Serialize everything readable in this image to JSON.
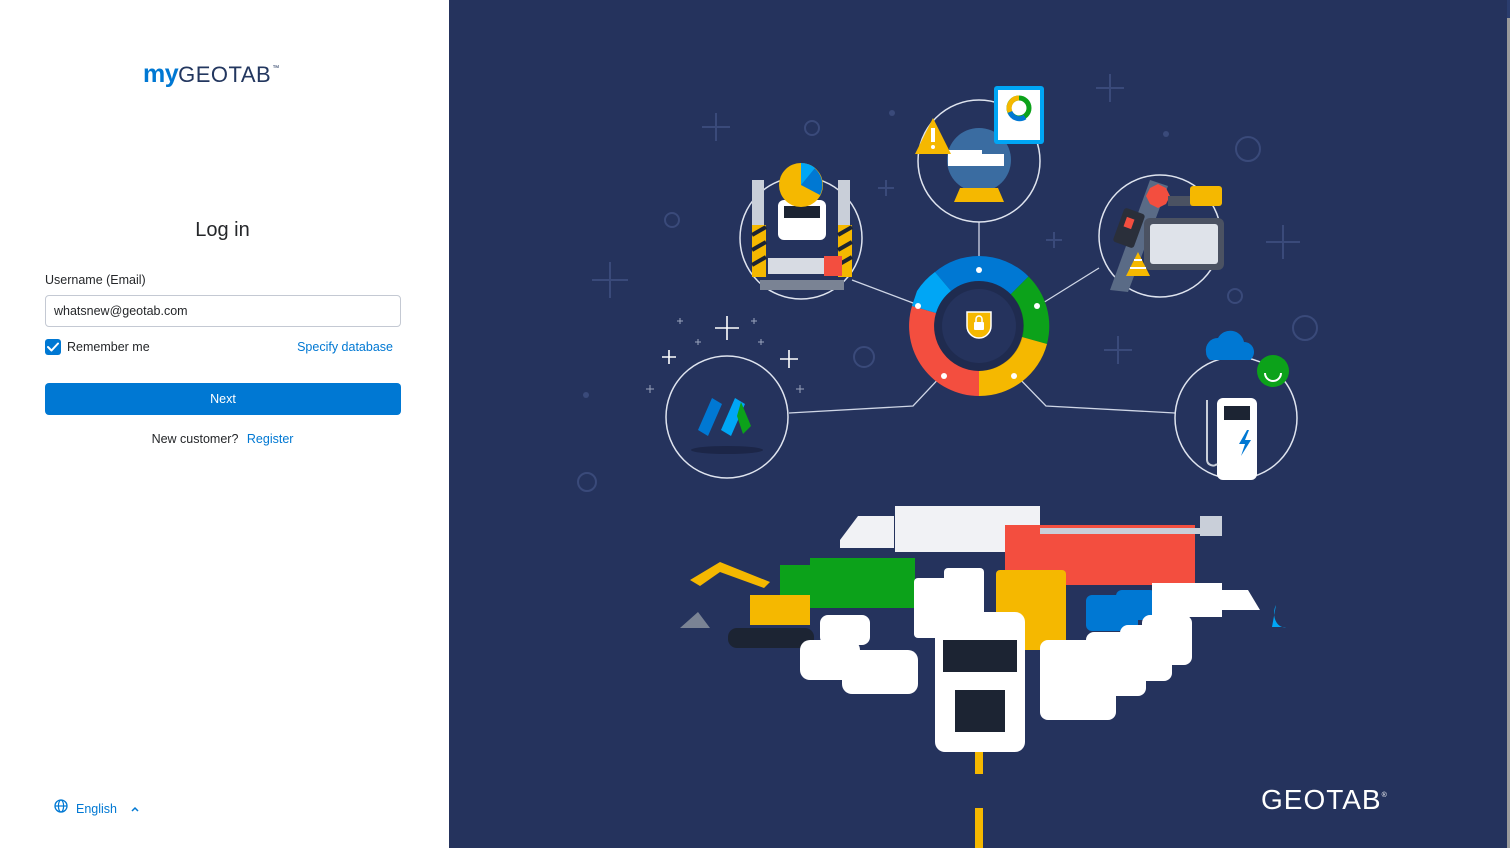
{
  "brand": {
    "logo_my": "my",
    "logo_geotab": "GEOTAB",
    "logo_tm": "™",
    "footer_logo": "GEOTAB",
    "footer_mark": "®"
  },
  "login": {
    "title": "Log in",
    "username_label": "Username (Email)",
    "username_value": "whatsnew@geotab.com",
    "remember_label": "Remember me",
    "remember_checked": true,
    "specify_database": "Specify database",
    "next_button": "Next",
    "new_customer": "New customer?",
    "register_link": "Register"
  },
  "language": {
    "selected": "English",
    "icon": "globe-icon",
    "caret": "^"
  },
  "illustration": {
    "center": "security-lock-donut",
    "nodes": [
      "maintenance-lift",
      "crystal-ball-prediction",
      "dashcam-safety",
      "ev-charging-sustainability",
      "marketplace-logo"
    ],
    "colors": {
      "background": "#25335d",
      "blue": "#0078d3",
      "light_blue": "#00a6f5",
      "green": "#0ca21a",
      "red": "#f34e3f",
      "yellow": "#f5b800"
    }
  },
  "theme": {
    "accent": "#0078d3",
    "panel_bg": "#ffffff",
    "hero_bg": "#25335d"
  }
}
